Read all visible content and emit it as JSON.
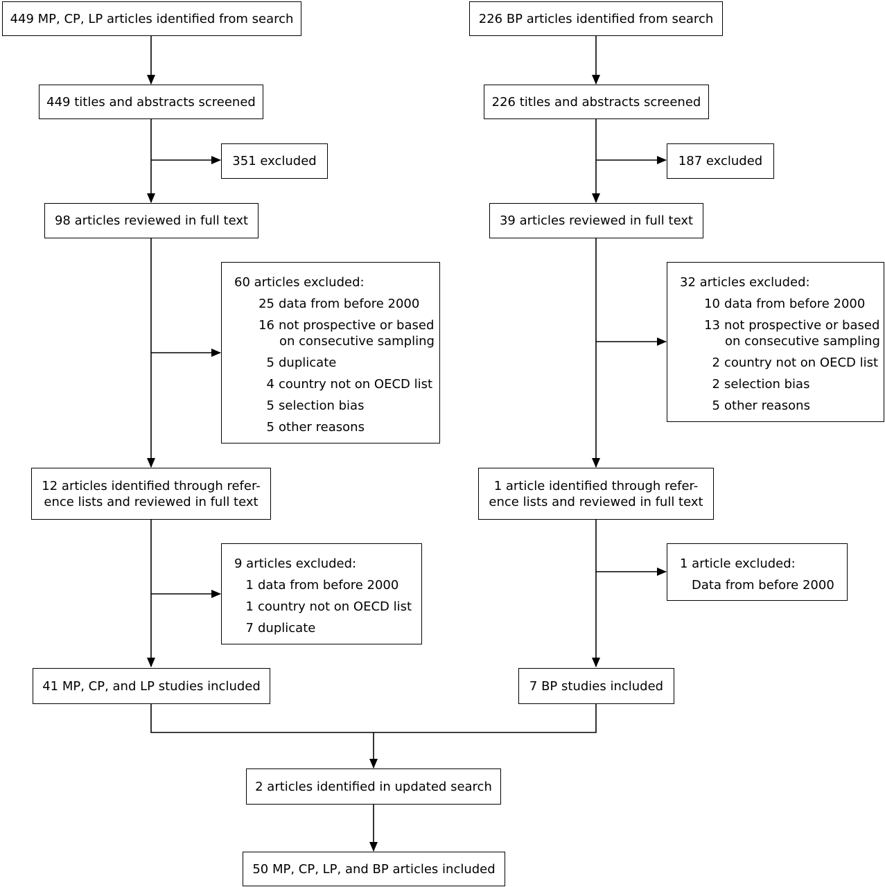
{
  "left": {
    "search": "449 MP, CP, LP articles identified from search",
    "screened": "449 titles and abstracts screened",
    "excluded_initial": "351 excluded",
    "fulltext": "98 articles reviewed in full text",
    "excluded_fulltext": {
      "header": "60 articles excluded:",
      "items": [
        {
          "count": "25",
          "reason": "data from before 2000",
          "reason2": ""
        },
        {
          "count": "16",
          "reason": "not prospective or based",
          "reason2": "on consecutive sampling"
        },
        {
          "count": "5",
          "reason": "duplicate",
          "reason2": ""
        },
        {
          "count": "4",
          "reason": "country not on OECD list",
          "reason2": ""
        },
        {
          "count": "5",
          "reason": "selection bias",
          "reason2": ""
        },
        {
          "count": "5",
          "reason": "other reasons",
          "reason2": ""
        }
      ]
    },
    "reference": [
      "12 articles identified through refer-",
      "ence lists and reviewed in full text"
    ],
    "excluded_reference": {
      "header": "9 articles excluded:",
      "items": [
        {
          "count": "1",
          "reason": "data from before 2000"
        },
        {
          "count": "1",
          "reason": "country not on OECD list"
        },
        {
          "count": "7",
          "reason": "duplicate"
        }
      ]
    },
    "included": "41 MP, CP, and LP studies included"
  },
  "right": {
    "search": "226 BP articles identified from search",
    "screened": "226 titles and abstracts screened",
    "excluded_initial": "187 excluded",
    "fulltext": "39 articles reviewed in full text",
    "excluded_fulltext": {
      "header": "32 articles excluded:",
      "items": [
        {
          "count": "10",
          "reason": "data from before 2000",
          "reason2": ""
        },
        {
          "count": "13",
          "reason": "not prospective or based",
          "reason2": "on consecutive sampling"
        },
        {
          "count": "2",
          "reason": "country not on OECD list",
          "reason2": ""
        },
        {
          "count": "2",
          "reason": "selection bias",
          "reason2": ""
        },
        {
          "count": "5",
          "reason": "other reasons",
          "reason2": ""
        }
      ]
    },
    "reference": [
      "1 article identified through refer-",
      "ence lists and reviewed in full text"
    ],
    "excluded_reference": {
      "header": "1 article excluded:",
      "item": "Data from before 2000"
    },
    "included": "7 BP studies included"
  },
  "updated_search": "2 articles identified in updated search",
  "final": "50 MP, CP, LP, and BP articles included"
}
